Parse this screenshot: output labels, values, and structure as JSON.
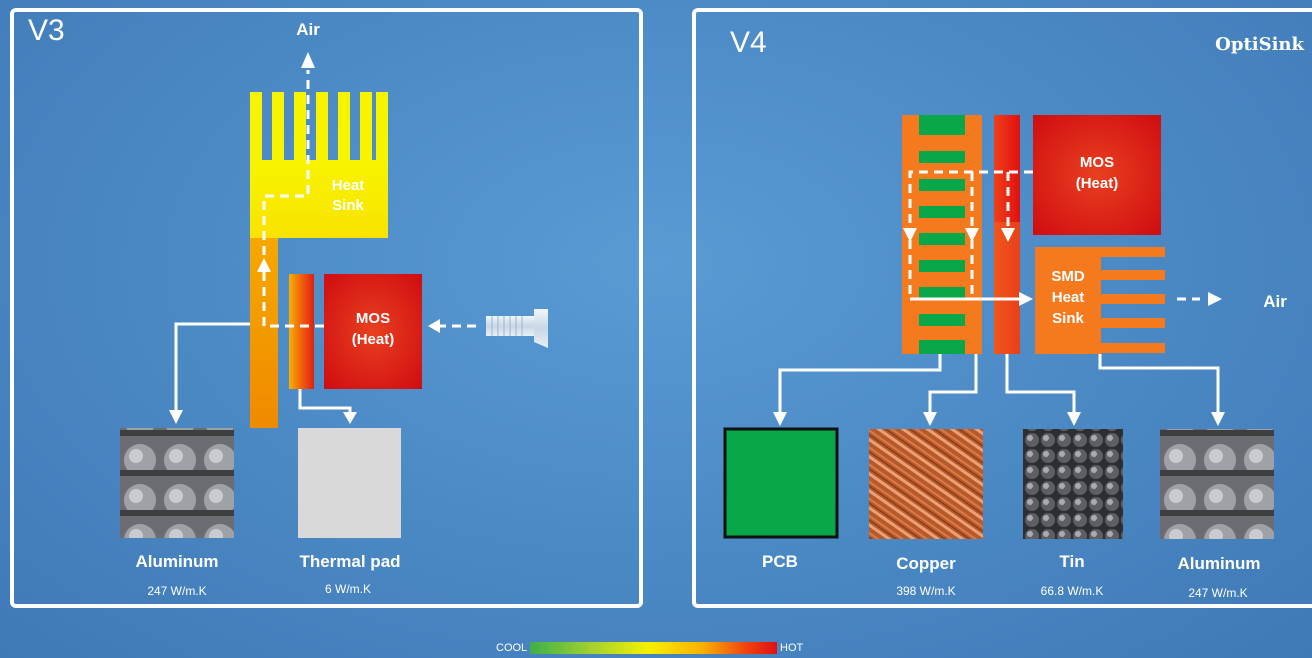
{
  "v3": {
    "version": "V3",
    "air_label": "Air",
    "heat_sink_line1": "Heat",
    "heat_sink_line2": "Sink",
    "mos_line1": "MOS",
    "mos_line2": "(Heat)",
    "materials": [
      {
        "name": "Aluminum",
        "conductivity": "247 W/m.K"
      },
      {
        "name": "Thermal pad",
        "conductivity": "6 W/m.K"
      }
    ]
  },
  "v4": {
    "version": "V4",
    "brand": "OptiSink",
    "mos_line1": "MOS",
    "mos_line2": "(Heat)",
    "smd_line1": "SMD",
    "smd_line2": "Heat",
    "smd_line3": "Sink",
    "air_label": "Air",
    "materials": [
      {
        "name": "PCB",
        "conductivity": ""
      },
      {
        "name": "Copper",
        "conductivity": "398 W/m.K"
      },
      {
        "name": "Tin",
        "conductivity": "66.8 W/m.K"
      },
      {
        "name": "Aluminum",
        "conductivity": "247 W/m.K"
      }
    ]
  },
  "scale": {
    "cool": "COOL",
    "hot": "HOT"
  },
  "colors": {
    "pcb_green": "#08a84a",
    "hot_red": "#e01010",
    "orange": "#f57a1e",
    "yellow": "#f8f000"
  }
}
